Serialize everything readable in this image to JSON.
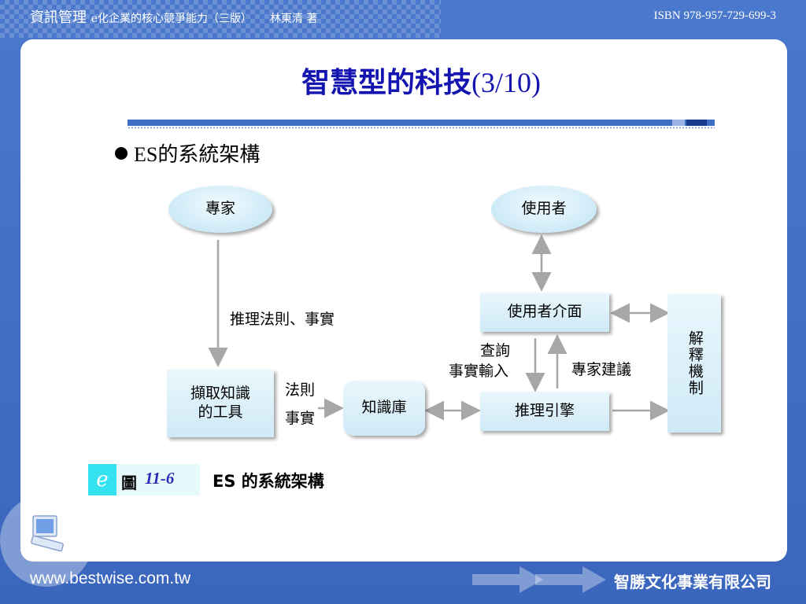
{
  "header": {
    "book_title": "資訊管理",
    "subtitle": "e化企業的核心競爭能力（三版）",
    "author": "林東清 著",
    "isbn": "ISBN 978-957-729-699-3"
  },
  "slide": {
    "title": "智慧型的科技",
    "title_page": "(3/10)",
    "bullet": "ES的系統架構"
  },
  "diagram": {
    "nodes": {
      "expert": "專家",
      "user": "使用者",
      "user_interface": "使用者介面",
      "explanation": "解釋機制",
      "extraction_tool_line1": "擷取知識",
      "extraction_tool_line2": "的工具",
      "knowledge_base": "知識庫",
      "inference_engine": "推理引擎"
    },
    "edge_labels": {
      "rules_facts": "推理法則、事實",
      "rules": "法則",
      "facts": "事實",
      "query_line1": "查詢",
      "query_line2": "事實輸入",
      "expert_advice": "專家建議"
    }
  },
  "caption": {
    "fig_label": "圖",
    "fig_number": "11-6",
    "fig_title": "ES 的系統架構"
  },
  "footer": {
    "url": "www.bestwise.com.tw",
    "company": "智勝文化事業有限公司"
  }
}
